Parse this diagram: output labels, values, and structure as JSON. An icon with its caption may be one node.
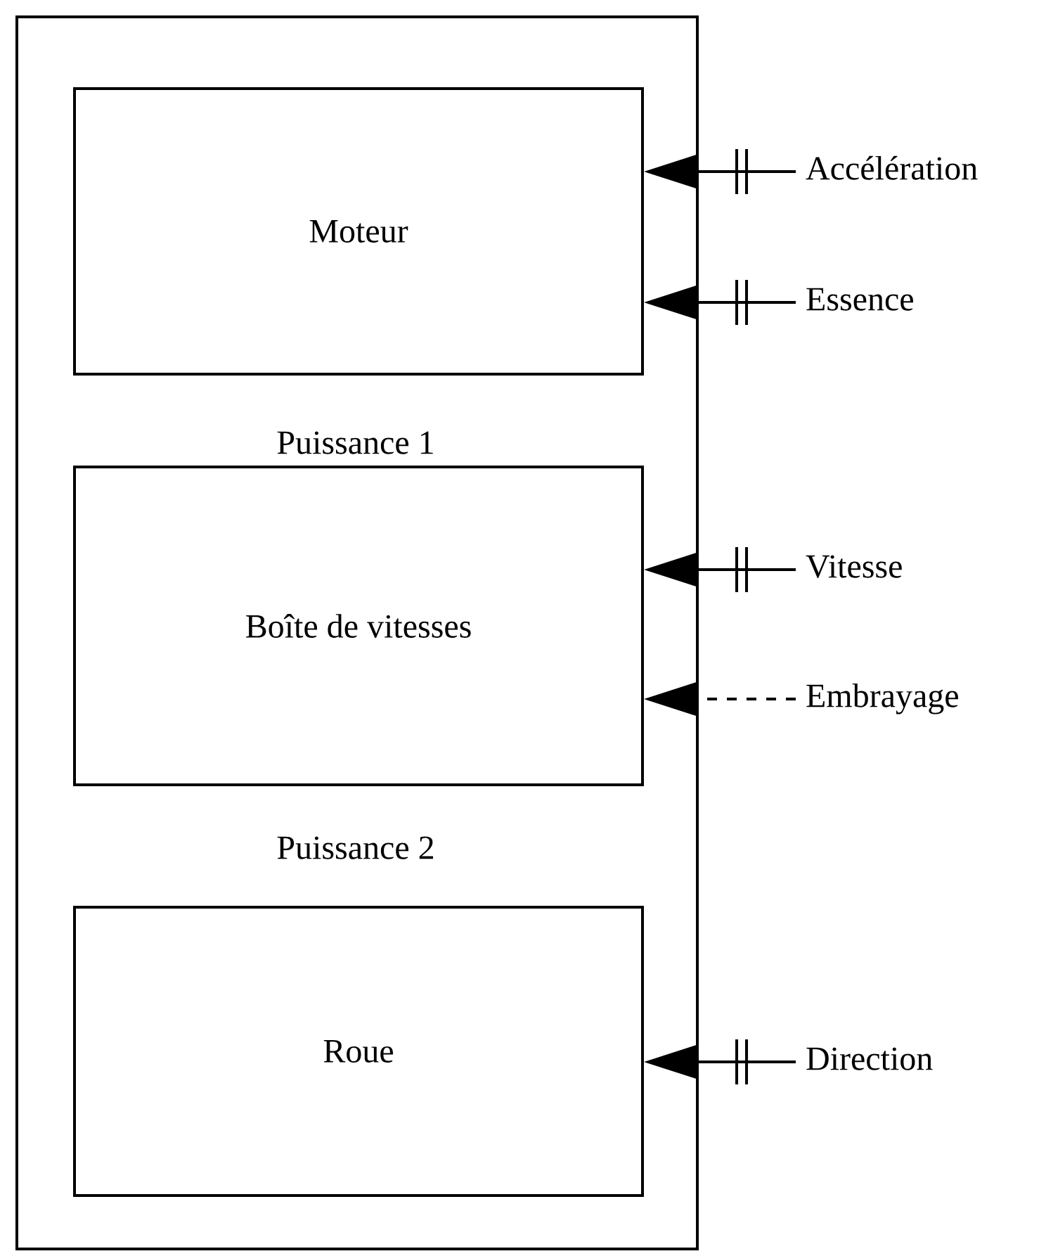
{
  "diagram": {
    "nodes": [
      {
        "text": [],
        "shape": "box"
      },
      {
        "text": [
          "Moteur"
        ],
        "in": 0
      },
      {
        "text": [
          "Boîte de vitesses"
        ],
        "in": 0
      },
      {
        "text": [
          "Roue"
        ],
        "in": 0
      },
      {
        "text": [
          "Accélération"
        ]
      },
      {
        "text": [
          "Essence"
        ]
      },
      {
        "text": [
          "Vitesse"
        ]
      },
      {
        "text": [
          "Embrayage"
        ]
      },
      {
        "text": [
          "Direction"
        ]
      }
    ],
    "edges": [
      {
        "from": 4,
        "to": 1,
        "arrow": "to"
      },
      {
        "from": 5,
        "to": 1,
        "arrow": "to"
      },
      {
        "from": 6,
        "to": 2,
        "arrow": "to"
      },
      {
        "from": 7,
        "to": 2,
        "arrow": "to",
        "style": "dashed"
      },
      {
        "from": 8,
        "to": 3,
        "arrow": "to"
      }
    ],
    "labels": [
      "Puissance 1",
      "Puissance 2"
    ]
  }
}
